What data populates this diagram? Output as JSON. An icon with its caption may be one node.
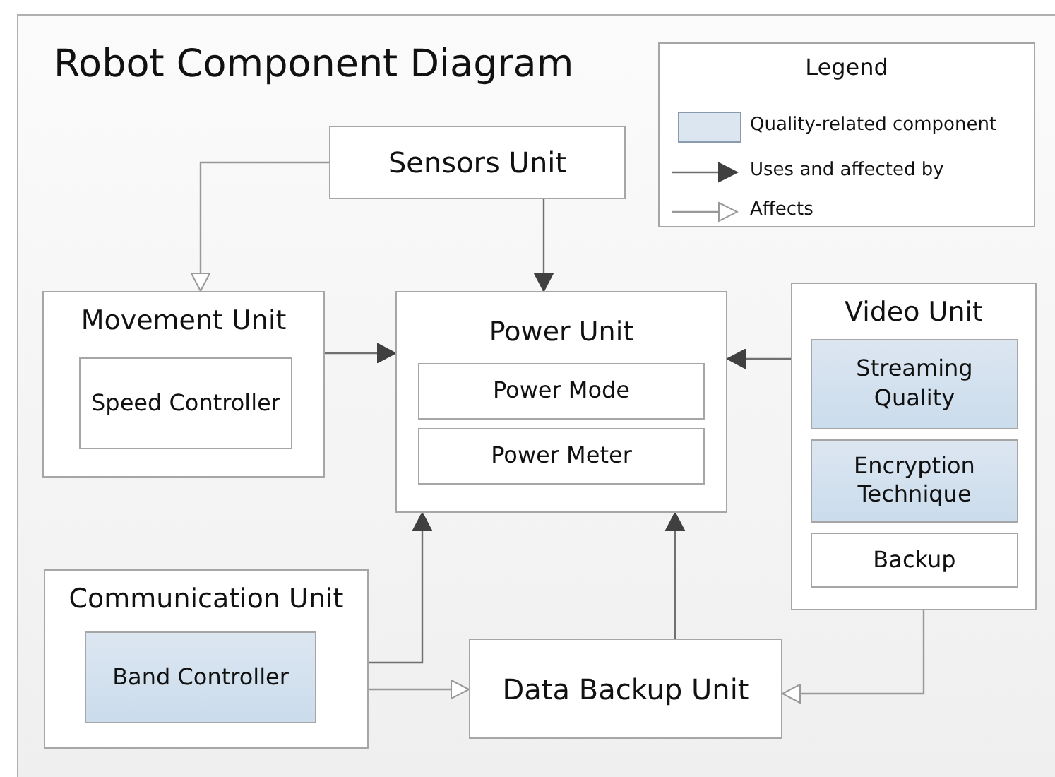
{
  "diagram": {
    "title": "Robot Component Diagram",
    "nodes": [
      {
        "text": [
          "Sensors Unit"
        ]
      },
      {
        "text": [
          "Movement Unit"
        ]
      },
      {
        "text": [
          "Speed Controller"
        ],
        "in": 1
      },
      {
        "text": [
          "Power Unit"
        ]
      },
      {
        "text": [
          "Power Mode"
        ],
        "in": 3
      },
      {
        "text": [
          "Power Meter"
        ],
        "in": 3
      },
      {
        "text": [
          "Video Unit"
        ]
      },
      {
        "text": [
          "Streaming Quality"
        ],
        "in": 6
      },
      {
        "text": [
          "Encryption Technique"
        ],
        "in": 6
      },
      {
        "text": [
          "Backup"
        ],
        "in": 6
      },
      {
        "text": [
          "Communication Unit"
        ]
      },
      {
        "text": [
          "Band Controller"
        ],
        "in": 10
      },
      {
        "text": [
          "Data Backup Unit"
        ]
      }
    ],
    "edges": [
      {
        "from": 0,
        "to": 1,
        "arrow": "to",
        "color": "#999999"
      },
      {
        "from": 0,
        "to": 3,
        "arrow": "to"
      },
      {
        "from": 1,
        "to": 3,
        "arrow": "to"
      },
      {
        "from": 6,
        "to": 3,
        "arrow": "to"
      },
      {
        "from": 10,
        "to": 3,
        "arrow": "to"
      },
      {
        "from": 10,
        "to": 12,
        "arrow": "to",
        "color": "#999999"
      },
      {
        "from": 12,
        "to": 3,
        "arrow": "to"
      },
      {
        "from": 6,
        "to": 12,
        "arrow": "to",
        "color": "#999999"
      }
    ],
    "labels": [
      "Legend"
    ],
    "legend": [
      {
        "text": "Quality-related component",
        "color": "#dce6f1"
      },
      {
        "text": "Uses and affected by"
      },
      {
        "text": "Affects"
      }
    ]
  }
}
